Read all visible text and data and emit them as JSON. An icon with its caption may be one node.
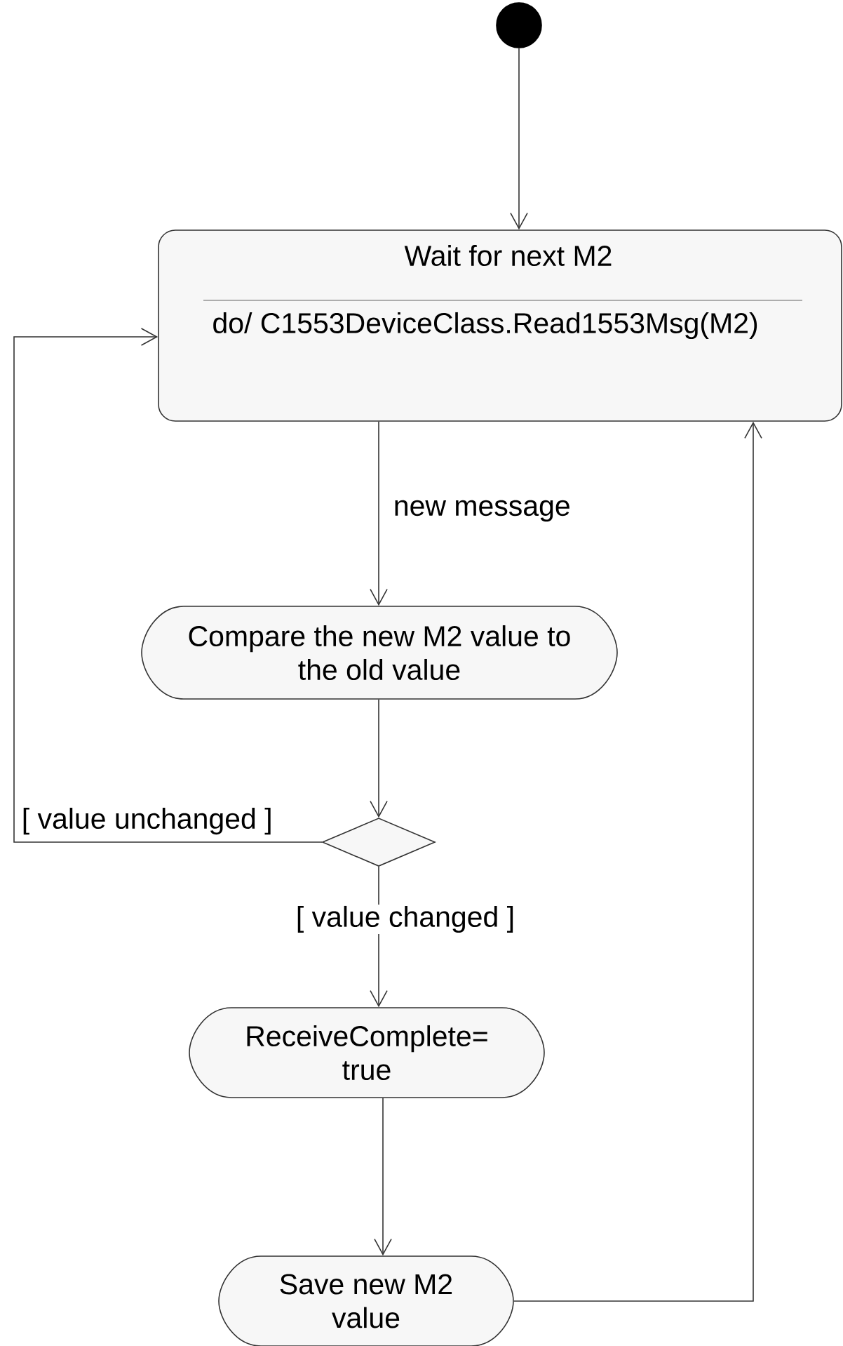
{
  "diagram": {
    "nodes": [
      {
        "text": [],
        "shape": "circle"
      },
      {
        "text": [
          "Wait for next M2",
          "do/ C1553DeviceClass.Read1553Msg(M2)"
        ]
      },
      {
        "text": [
          "Compare the new M2 value to the old value"
        ]
      },
      {
        "text": [],
        "shape": "diamond"
      },
      {
        "text": [
          "ReceiveComplete= true"
        ]
      },
      {
        "text": [
          "Save new M2 value"
        ]
      }
    ],
    "edges": [
      {
        "from": 0,
        "to": 1,
        "arrow": "to"
      },
      {
        "from": 1,
        "to": 2,
        "arrow": "to",
        "label": "new message"
      },
      {
        "from": 2,
        "to": 3,
        "arrow": "to"
      },
      {
        "from": 3,
        "to": 1,
        "arrow": "to",
        "label": "[ value unchanged ]"
      },
      {
        "from": 3,
        "to": 4,
        "arrow": "to",
        "label": "[ value changed ]"
      },
      {
        "from": 4,
        "to": 5,
        "arrow": "to"
      },
      {
        "from": 5,
        "to": 1,
        "arrow": "to"
      }
    ]
  }
}
